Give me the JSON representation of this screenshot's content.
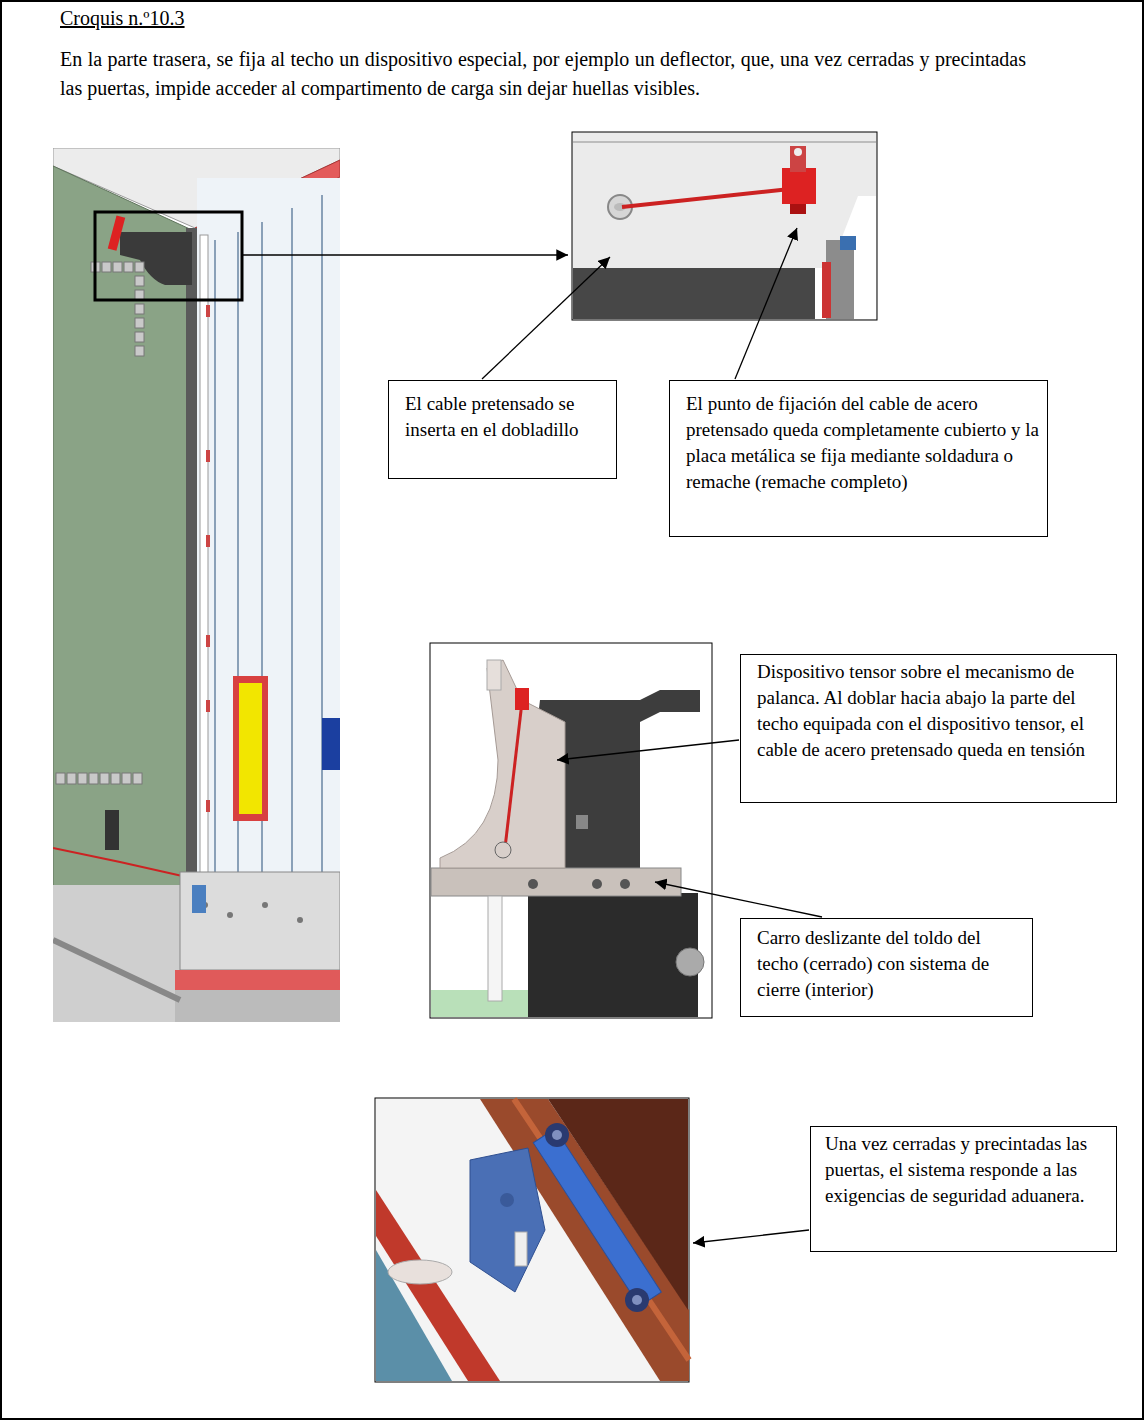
{
  "diagram": {
    "title": "Croquis n.º10.3",
    "nodes": [
      {
        "text": [
          "El cable pretensado se inserta en el dobladillo"
        ]
      },
      {
        "text": [
          "El punto de fijación del cable de acero pretensado queda completamente cubierto y la placa metálica se fija mediante soldadura o remache (remache completo)"
        ]
      },
      {
        "text": [
          "Dispositivo tensor sobre el mecanismo de palanca. Al doblar hacia abajo la parte del techo equipada con el dispositivo tensor, el cable de acero pretensado queda en tensión"
        ]
      },
      {
        "text": [
          "Carro deslizante del toldo del techo (cerrado) con sistema de cierre (interior)"
        ]
      },
      {
        "text": [
          "Una vez cerradas y precintadas las puertas, el sistema responde a las exigencias de seguridad aduanera."
        ]
      }
    ],
    "labels": [
      "En la parte trasera, se fija al techo un dispositivo especial, por ejemplo un deflector, que, una vez cerradas y precintadas las puertas, impide acceder al compartimento de carga sin dejar huellas visibles."
    ]
  }
}
